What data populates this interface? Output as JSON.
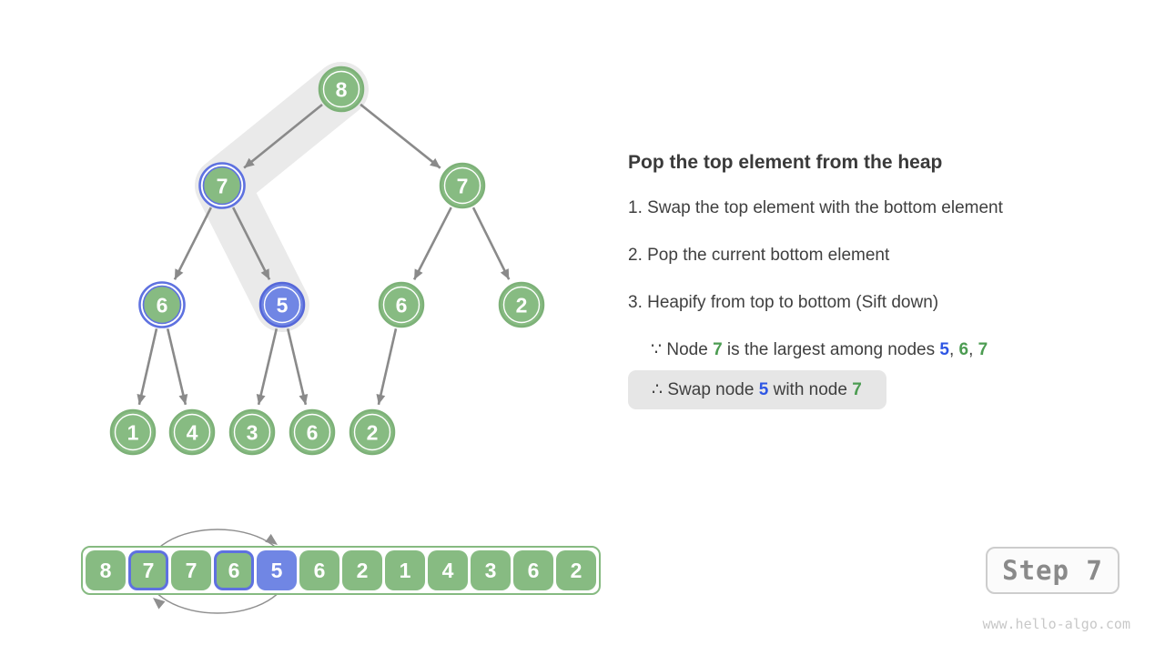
{
  "panel": {
    "title": "Pop the top element from the heap",
    "steps": [
      "1. Swap the top element with the bottom element",
      "2. Pop the current bottom element",
      "3. Heapify from top to bottom (Sift down)"
    ],
    "because_segments": [
      {
        "text": "∵ Node "
      },
      {
        "text": "7",
        "color": "green"
      },
      {
        "text": " is the largest among nodes "
      },
      {
        "text": "5",
        "color": "blue"
      },
      {
        "text": ", "
      },
      {
        "text": "6",
        "color": "green"
      },
      {
        "text": ", "
      },
      {
        "text": "7",
        "color": "green"
      }
    ],
    "therefore_segments": [
      {
        "text": "∴ Swap node "
      },
      {
        "text": "5",
        "color": "blue"
      },
      {
        "text": " with node "
      },
      {
        "text": "7",
        "color": "green"
      }
    ]
  },
  "tree": {
    "nodes": [
      {
        "id": "n0",
        "value": "8",
        "variant": "green"
      },
      {
        "id": "n1",
        "value": "7",
        "variant": "green-blue-ring"
      },
      {
        "id": "n2",
        "value": "7",
        "variant": "green"
      },
      {
        "id": "n3",
        "value": "6",
        "variant": "green-blue-ring"
      },
      {
        "id": "n4",
        "value": "5",
        "variant": "blue"
      },
      {
        "id": "n5",
        "value": "6",
        "variant": "green"
      },
      {
        "id": "n6",
        "value": "2",
        "variant": "green"
      },
      {
        "id": "n7",
        "value": "1",
        "variant": "green"
      },
      {
        "id": "n8",
        "value": "4",
        "variant": "green"
      },
      {
        "id": "n9",
        "value": "3",
        "variant": "green"
      },
      {
        "id": "n10",
        "value": "6",
        "variant": "green"
      },
      {
        "id": "n11",
        "value": "2",
        "variant": "green"
      }
    ],
    "edges": [
      [
        "n0",
        "n1"
      ],
      [
        "n0",
        "n2"
      ],
      [
        "n1",
        "n3"
      ],
      [
        "n1",
        "n4"
      ],
      [
        "n2",
        "n5"
      ],
      [
        "n2",
        "n6"
      ],
      [
        "n3",
        "n7"
      ],
      [
        "n3",
        "n8"
      ],
      [
        "n4",
        "n9"
      ],
      [
        "n4",
        "n10"
      ],
      [
        "n5",
        "n11"
      ]
    ],
    "highlight_path": [
      "n0",
      "n1",
      "n4"
    ]
  },
  "array": {
    "cells": [
      {
        "value": "8",
        "variant": "green"
      },
      {
        "value": "7",
        "variant": "green-blue-ring"
      },
      {
        "value": "7",
        "variant": "green"
      },
      {
        "value": "6",
        "variant": "green-blue-ring"
      },
      {
        "value": "5",
        "variant": "blue"
      },
      {
        "value": "6",
        "variant": "green"
      },
      {
        "value": "2",
        "variant": "green"
      },
      {
        "value": "1",
        "variant": "green"
      },
      {
        "value": "4",
        "variant": "green"
      },
      {
        "value": "3",
        "variant": "green"
      },
      {
        "value": "6",
        "variant": "green"
      },
      {
        "value": "2",
        "variant": "green"
      }
    ],
    "swap_between_indices": [
      1,
      4
    ]
  },
  "footer": {
    "step_label": "Step 7",
    "watermark": "www.hello-algo.com"
  },
  "colors": {
    "green_fill": "#87BB82",
    "green_stroke": "#7DB178",
    "blue_fill": "#7086E4",
    "blue_stroke": "#5567D9",
    "blue_ring": "#5E71E0",
    "edge_gray": "#8A8A8A",
    "band_gray": "#EAEAEA",
    "node_text": "#FFFFFF",
    "text_dark": "#3F3F3F",
    "text_green": "#4C9C52",
    "text_blue": "#2E56E4",
    "therefore_box_bg": "#E6E6E6",
    "swap_ellipse": "#8F8F8F",
    "step_text": "#8A8A8A",
    "watermark_text": "#C8C8C8"
  }
}
